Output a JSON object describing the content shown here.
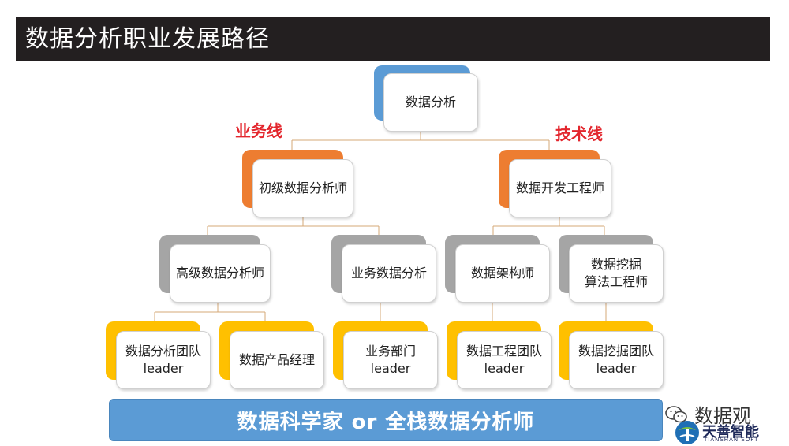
{
  "title": "数据分析职业发展路径",
  "branches": {
    "business": "业务线",
    "technical": "技术线"
  },
  "nodes": {
    "root": {
      "lines": [
        "数据分析"
      ]
    },
    "junior_analyst": {
      "lines": [
        "初级数据分析师"
      ]
    },
    "data_dev_engineer": {
      "lines": [
        "数据开发工程师"
      ]
    },
    "senior_analyst": {
      "lines": [
        "高级数据分析师"
      ]
    },
    "business_analysis": {
      "lines": [
        "业务数据分析"
      ]
    },
    "data_architect": {
      "lines": [
        "数据架构师"
      ]
    },
    "mining_engineer": {
      "lines": [
        "数据挖掘",
        "算法工程师"
      ]
    },
    "analysis_team_leader": {
      "lines": [
        "数据分析团队",
        "leader"
      ]
    },
    "data_product_manager": {
      "lines": [
        "数据产品经理"
      ]
    },
    "department_leader": {
      "lines": [
        "业务部门",
        "leader"
      ]
    },
    "engineering_team_leader": {
      "lines": [
        "数据工程团队",
        "leader"
      ]
    },
    "mining_team_leader": {
      "lines": [
        "数据挖掘团队",
        "leader"
      ]
    }
  },
  "bottom_banner": "数据科学家 or 全栈数据分析师",
  "watermark": {
    "text": "数据观",
    "icon": "wechat-icon"
  },
  "logo": {
    "name": "天善智能",
    "subtitle": "TIANSHAN SOFT"
  },
  "colors": {
    "title_bar": "#231f20",
    "root_accent": "#5b9bd5",
    "level1_accent": "#ed7d31",
    "level2_accent": "#a5a5a5",
    "level3_accent": "#ffc000",
    "branch_label": "#e3262d",
    "banner": "#5b9bd5"
  }
}
